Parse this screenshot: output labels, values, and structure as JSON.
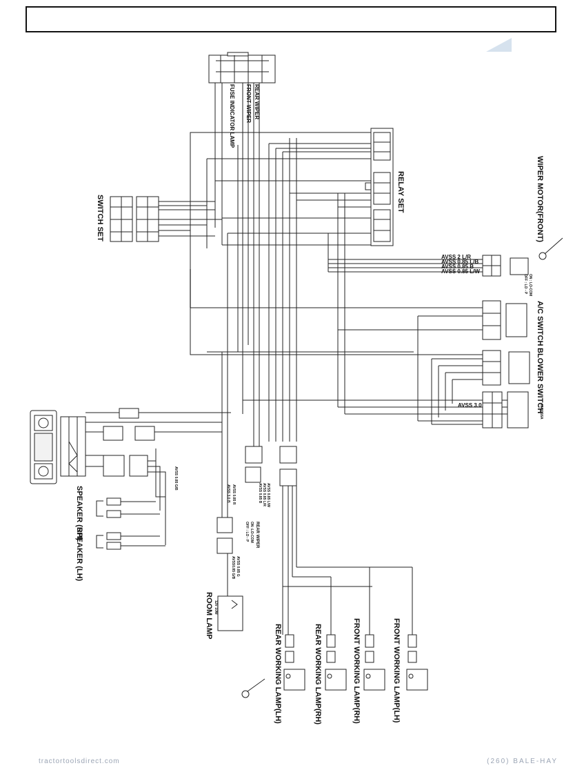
{
  "header": {
    "title": ""
  },
  "labels": {
    "switch_set": "SWITCH SET",
    "relay_set": "RELAY SET",
    "wiper_motor_front": "WIPER MOTOR(FRONT)",
    "ac_switch": "A/C SWITCH",
    "blower_switch": "BLOWER SWITCH",
    "speaker_rh": "SPEAKER (RH)",
    "speaker_lh": "SPEAKER (LH)",
    "room_lamp": "ROOM LAMP",
    "room_lamp_rating": "12V 10W",
    "rear_wiper": "REAR WIPER",
    "rear_wiper_conn": "ON :LO-COM",
    "rear_wiper_conn2": "OFF : LO - P",
    "lamp_rear_lh": "REAR WORKING LAMP(LH)",
    "lamp_rear_rh": "REAR WORKING LAMP(RH)",
    "lamp_front_rh": "FRONT WORKING LAMP(RH)",
    "lamp_front_lh": "FRONT WORKING LAMP(LH)",
    "switch_top_1": "REAR WIPER",
    "switch_top_2": "FRONT WIPER",
    "switch_top_3": "FUSE INDICATOR LAMP",
    "wiper_wire_1": "AVSS 2 L/R",
    "wiper_wire_2": "AVSS 0.85 L/B",
    "wiper_wire_3": "AVSS 0.85 B",
    "wiper_wire_4": "AVSS 0.85 L/W",
    "wiper_conn_1": "ON : LO-COM",
    "wiper_conn_2": "OFF : LO - P",
    "avss_30": "AVSS 3.0",
    "max": "MAX 16A",
    "room_wire_1": "AVSS 0.85 R",
    "room_wire_2": "AVSS 3.0 B",
    "room_wire_3": "AVSS 0.85 G",
    "room_wire_4": "AVSS0.85 G/B"
  },
  "footer": {
    "left": "tractortoolsdirect.com",
    "right": "(260) BALE-HAY"
  }
}
